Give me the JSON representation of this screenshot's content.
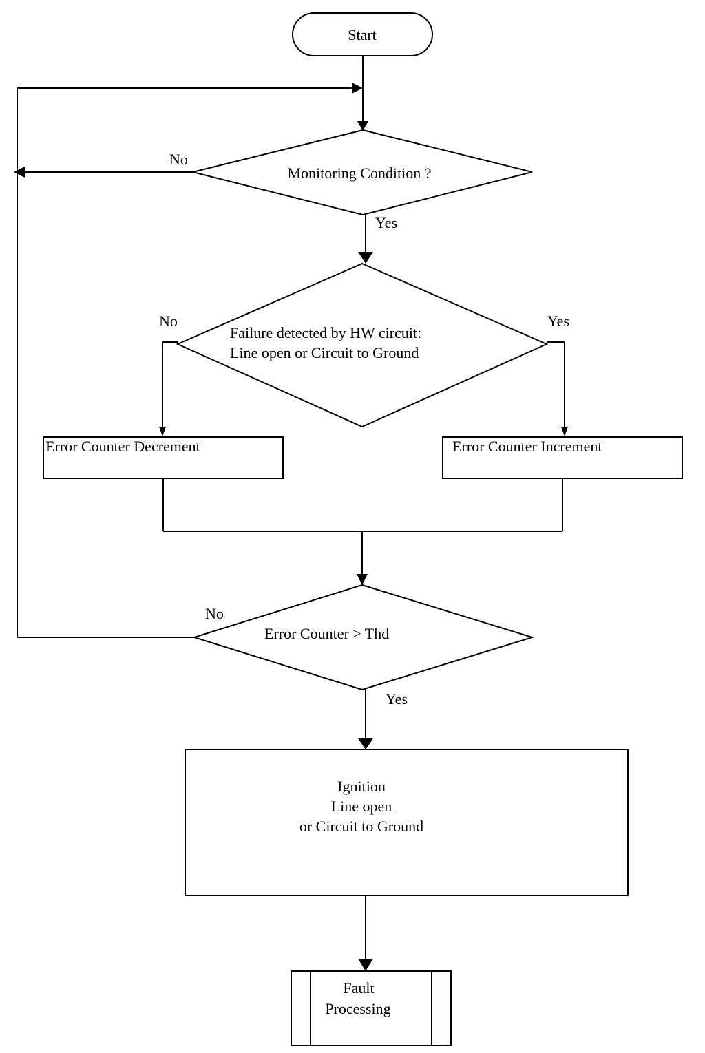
{
  "start": {
    "label": "Start"
  },
  "monitoring": {
    "label": "Monitoring Condition ?",
    "no": "No",
    "yes": "Yes"
  },
  "failure": {
    "line1": "Failure detected by HW circuit:",
    "line2": "Line open or Circuit to Ground",
    "no": "No",
    "yes": "Yes"
  },
  "decrement": {
    "label": "Error Counter Decrement"
  },
  "increment": {
    "label": "Error Counter Increment"
  },
  "threshold": {
    "label": "Error Counter >  Thd",
    "no": "No",
    "yes": "Yes"
  },
  "ignition": {
    "line1": "Ignition",
    "line2": "Line open",
    "line3": "or Circuit to Ground"
  },
  "fault": {
    "line1": "Fault",
    "line2": "Processing"
  }
}
